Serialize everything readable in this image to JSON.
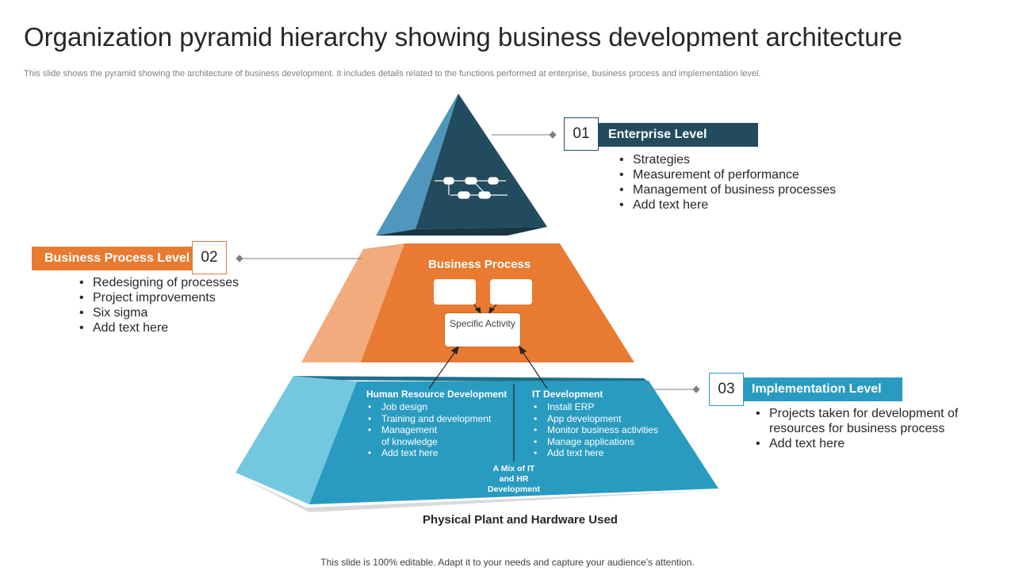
{
  "title": "Organization pyramid hierarchy showing business development architecture",
  "subtitle": "This slide shows  the pyramid showing the architecture of business development. It includes details related to the functions performed at enterprise, business process and implementation level.",
  "footer": "This slide is 100% editable. Adapt it to your needs and capture your audience’s attention.",
  "colors": {
    "top_dark": "#234b5e",
    "top_light": "#4f97bd",
    "middle_main": "#e97a31",
    "middle_light": "#f2ab7d",
    "bottom_main": "#2a9bc0",
    "bottom_light": "#74c7e1",
    "enterprise_bar": "#234b5e",
    "business_bar": "#e97a31",
    "implementation_bar": "#2a9bc0"
  },
  "levels": {
    "enterprise": {
      "number": "01",
      "label": "Enterprise Level",
      "items": [
        "Strategies",
        "Measurement of performance",
        "Management of business processes",
        "Add text here"
      ]
    },
    "business": {
      "number": "02",
      "label": "Business Process Level",
      "items": [
        "Redesigning of processes",
        "Project improvements",
        "Six sigma",
        "Add text here"
      ]
    },
    "implementation": {
      "number": "03",
      "label": "Implementation Level",
      "items": [
        "Projects taken for development of resources for business process",
        "Add text here"
      ]
    }
  },
  "pyramid": {
    "top_icon": "process-flow-icon",
    "middle": {
      "title": "Business Process",
      "specific": "Specific Activity"
    },
    "bottom": {
      "hr_title": "Human Resource Development",
      "hr_items": [
        "Job design",
        "Training and development",
        "Management of knowledge",
        "Add text here"
      ],
      "it_title": "IT Development",
      "it_items": [
        "Install ERP",
        "App development",
        "Monitor business activities",
        "Manage applications",
        "Add text here"
      ],
      "mix": "A Mix of IT and HR Development"
    },
    "base_caption": "Physical Plant and Hardware Used"
  }
}
